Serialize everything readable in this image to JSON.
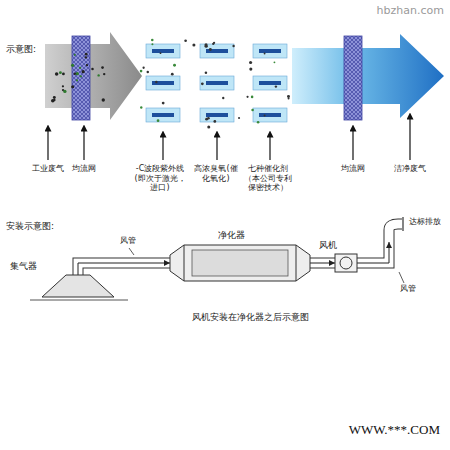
{
  "diagram": {
    "caption": "风机安装在净化器之后示意图",
    "nodes": [
      {
        "text": [
          "集气器"
        ]
      },
      {
        "text": [
          "净化器"
        ]
      },
      {
        "text": [
          "风机"
        ]
      },
      {
        "text": [
          "达标排放"
        ]
      }
    ],
    "edges": [
      {
        "from": 0,
        "to": 1,
        "arrow": "to"
      },
      {
        "from": 1,
        "to": 2,
        "arrow": "to"
      },
      {
        "from": 2,
        "to": 3,
        "arrow": "to"
      }
    ],
    "labels": [
      "示意图:",
      "工业废气",
      "均流网",
      "-C波段紫外线(即次于激光，进口)",
      "高浓臭氧(催化氧化)",
      "七种催化剂（本公司专利保密技术）",
      "均流网",
      "洁净废气",
      "安装示意图:",
      "风管",
      "风管",
      "hbzhan.com",
      "WWW.***.COM"
    ]
  }
}
